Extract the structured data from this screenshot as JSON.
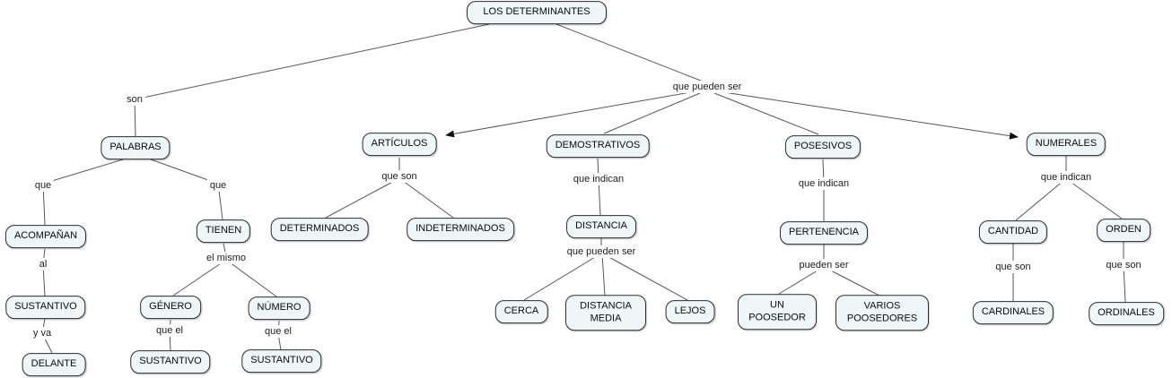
{
  "nodes": {
    "root": "LOS DETERMINANTES",
    "palabras": "PALABRAS",
    "acompanan": "ACOMPAÑAN",
    "sustantivo_a": "SUSTANTIVO",
    "delante": "DELANTE",
    "tienen": "TIENEN",
    "genero": "GÉNERO",
    "numero": "NÚMERO",
    "sustantivo_b": "SUSTANTIVO",
    "sustantivo_c": "SUSTANTIVO",
    "articulos": "ARTÍCULOS",
    "determinados": "DETERMINADOS",
    "indeterminados": "INDETERMINADOS",
    "demostrativos": "DEMOSTRATIVOS",
    "distancia": "DISTANCIA",
    "cerca": "CERCA",
    "distancia_media": "DISTANCIA MEDIA",
    "lejos": "LEJOS",
    "posesivos": "POSESIVOS",
    "pertenencia": "PERTENENCIA",
    "un_poosedor": "UN POOSEDOR",
    "varios_poosedores": "VARIOS POOSEDORES",
    "numerales": "NUMERALES",
    "cantidad": "CANTIDAD",
    "orden": "ORDEN",
    "cardinales": "CARDINALES",
    "ordinales": "ORDINALES"
  },
  "links": {
    "son": "son",
    "que_pueden_ser": "que pueden ser",
    "que_a": "que",
    "que_b": "que",
    "al": "al",
    "y_va": "y va",
    "el_mismo": "el mismo",
    "que_el_a": "que el",
    "que_el_b": "que el",
    "que_son_a": "que son",
    "que_indican_a": "que indican",
    "que_pueden_ser_b": "que pueden ser",
    "que_indican_b": "que indican",
    "pueden_ser": "pueden ser",
    "que_indican_c": "que indican",
    "que_son_b": "que son",
    "que_son_c": "que son"
  },
  "colors": {
    "node_fill": "#eff6f7",
    "node_border": "#2b2b2b",
    "line": "#565656",
    "arrow": "#111111"
  }
}
